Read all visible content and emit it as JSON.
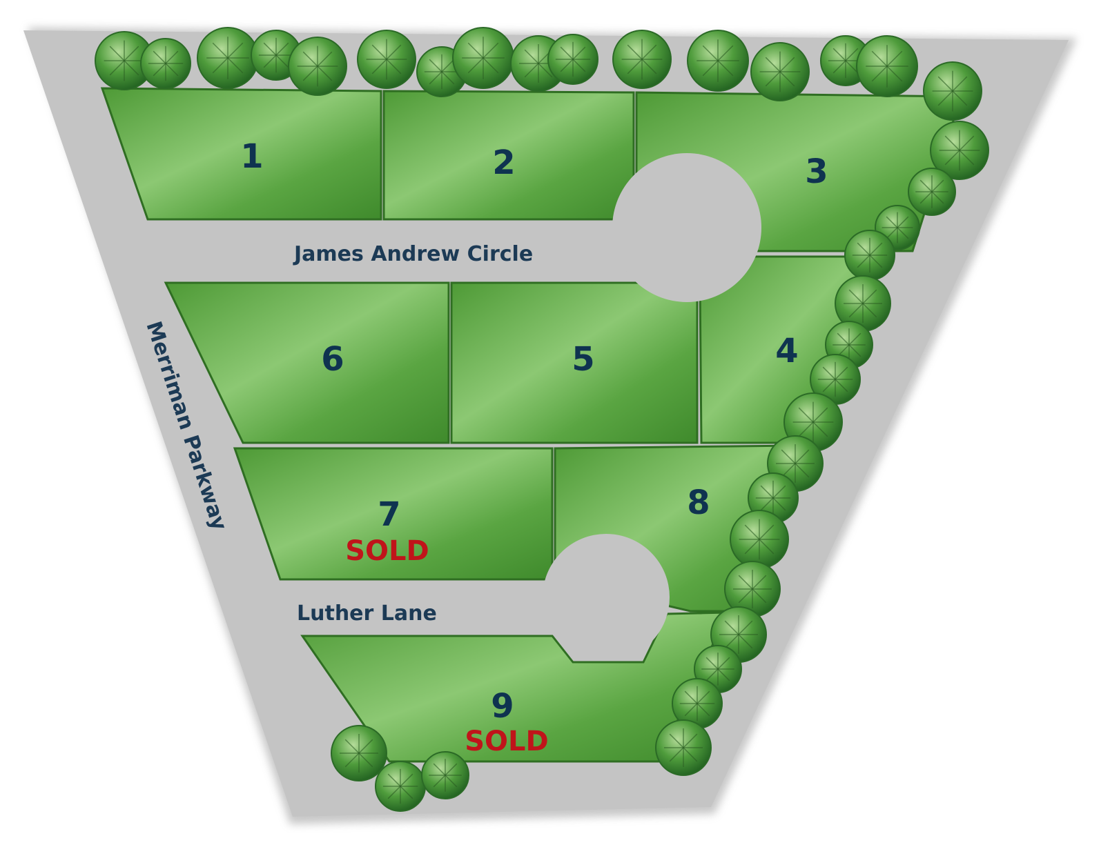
{
  "colors": {
    "road": "#c4c4c4",
    "lot_light": "#cbe8b8",
    "lot_mid": "#7fc061",
    "lot_dark": "#4e9a36",
    "lot_edge": "#2f6e22",
    "label": "#0f3350",
    "sold": "#c0141a",
    "street_label": "#1c3a55"
  },
  "streets": {
    "james_andrew": "James Andrew Circle",
    "merriman": "Merriman Parkway",
    "luther": "Luther Lane"
  },
  "lots": [
    {
      "number": "1",
      "status": ""
    },
    {
      "number": "2",
      "status": ""
    },
    {
      "number": "3",
      "status": ""
    },
    {
      "number": "4",
      "status": ""
    },
    {
      "number": "5",
      "status": ""
    },
    {
      "number": "6",
      "status": ""
    },
    {
      "number": "7",
      "status": "SOLD"
    },
    {
      "number": "8",
      "status": ""
    },
    {
      "number": "9",
      "status": "SOLD"
    }
  ],
  "icons": {
    "tree": "tree-icon"
  }
}
